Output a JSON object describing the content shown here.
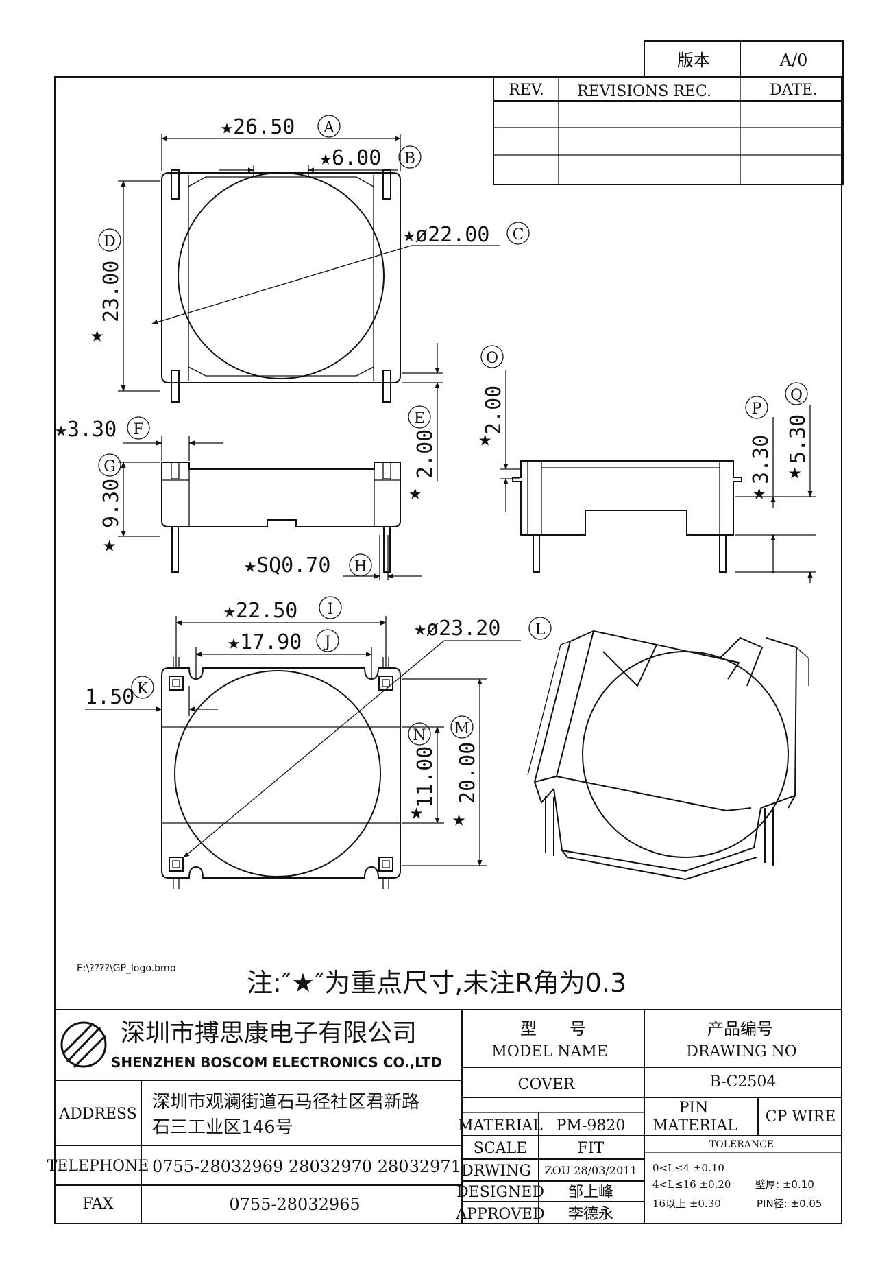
{
  "version_box": {
    "label": "版本",
    "value": "A/0"
  },
  "revisions": {
    "rev_header": "REV.",
    "rec_header": "REVISIONS REC.",
    "date_header": "DATE."
  },
  "dims": {
    "A": {
      "value": "★26.50",
      "id": "A"
    },
    "B": {
      "value": "★6.00",
      "id": "B"
    },
    "C": {
      "value": "★ø22.00",
      "id": "C"
    },
    "D": {
      "value": "23.00",
      "id": "D"
    },
    "E": {
      "value": "2.00",
      "id": "E"
    },
    "F": {
      "value": "★3.30",
      "id": "F"
    },
    "G": {
      "value": "9.30",
      "id": "G"
    },
    "H": {
      "value": "★SQ0.70",
      "id": "H"
    },
    "I": {
      "value": "★22.50",
      "id": "I"
    },
    "J": {
      "value": "★17.90",
      "id": "J"
    },
    "K": {
      "value": "1.50",
      "id": "K"
    },
    "L": {
      "value": "★ø23.20",
      "id": "L"
    },
    "M": {
      "value": "20.00",
      "id": "M"
    },
    "N": {
      "value": "11.00",
      "id": "N"
    },
    "O": {
      "value": "2.00",
      "id": "O"
    },
    "P": {
      "value": "3.30",
      "id": "P"
    },
    "Q": {
      "value": "5.30",
      "id": "Q"
    }
  },
  "star": "★",
  "logo_path": "E:\\????\\GP_logo.bmp",
  "note": "注:″★″为重点尺寸,未注R角为0.3",
  "company": {
    "name_cn": "深圳市搏思康电子有限公司",
    "name_en": "SHENZHEN BOSCOM ELECTRONICS CO.,LTD"
  },
  "address": {
    "label": "ADDRESS",
    "line1": "深圳市观澜街道石马径社区君新路",
    "line2": "石三工业区146号"
  },
  "telephone": {
    "label": "TELEPHONE",
    "value": "0755-28032969 28032970 28032971"
  },
  "fax": {
    "label": "FAX",
    "value": "0755-28032965"
  },
  "model": {
    "cn": "型　　号",
    "en": "MODEL NAME",
    "value": "COVER"
  },
  "drawing_no": {
    "cn": "产品编号",
    "en": "DRAWING NO",
    "value": "B-C2504"
  },
  "material": {
    "label": "MATERIAL",
    "value": "PM-9820"
  },
  "scale": {
    "label": "SCALE",
    "value": "FIT"
  },
  "drwing": {
    "label": "DRWING",
    "value": "ZOU 28/03/2011"
  },
  "designed": {
    "label": "DESIGNED",
    "value": "邹上峰"
  },
  "approved": {
    "label": "APPROVED",
    "value": "李德永"
  },
  "pin_material": {
    "label1": "PIN",
    "label2": "MATERIAL",
    "value": "CP WIRE"
  },
  "tolerance": {
    "title": "TOLERANCE",
    "r1": "0<L≤4  ±0.10",
    "r2": "4<L≤16  ±0.20",
    "r3": "16以上      ±0.30",
    "r2b": "壁厚:  ±0.10",
    "r3b": "PIN径: ±0.05"
  }
}
